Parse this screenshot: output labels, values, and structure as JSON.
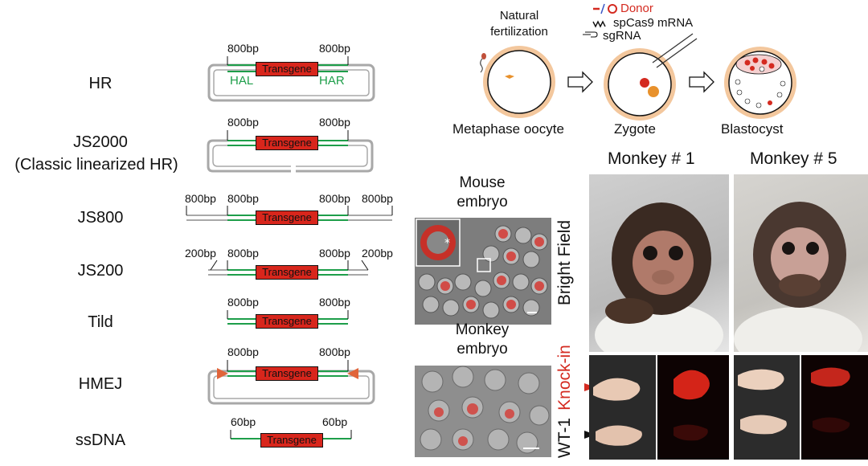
{
  "constructs": [
    {
      "name": "HR",
      "type": "plasmid",
      "labels": [
        "800bp",
        "800bp"
      ],
      "arms": [
        "HAL",
        "HAR"
      ]
    },
    {
      "name": "JS2000",
      "subtitle": "(Classic linearized HR)",
      "type": "linearized",
      "labels": [
        "800bp",
        "800bp"
      ]
    },
    {
      "name": "JS800",
      "type": "linear-long",
      "labels": [
        "800bp",
        "800bp",
        "800bp",
        "800bp"
      ]
    },
    {
      "name": "JS200",
      "type": "linear-short",
      "labels": [
        "200bp",
        "800bp",
        "800bp",
        "200bp"
      ]
    },
    {
      "name": "Tild",
      "type": "tild",
      "labels": [
        "800bp",
        "800bp"
      ]
    },
    {
      "name": "HMEJ",
      "type": "plasmid-cut",
      "labels": [
        "800bp",
        "800bp"
      ]
    },
    {
      "name": "ssDNA",
      "type": "single-strand",
      "labels": [
        "60bp",
        "60bp"
      ]
    }
  ],
  "transgene_label": "Transgene",
  "colors": {
    "transgene": "#d8261c",
    "homology_arm": "#1e9e4a",
    "backbone": "#a8a8a8",
    "zona": "#f3c79d",
    "red": "#d42a20"
  },
  "workflow": {
    "natural_fertilization": "Natural\nfertilization",
    "donor": "Donor",
    "spcas9": "spCas9 mRNA",
    "sgrna": "sgRNA",
    "stages": [
      "Metaphase oocyte",
      "Zygote",
      "Blastocyst"
    ]
  },
  "embryos": {
    "mouse": "Mouse\nembryo",
    "monkey": "Monkey\nembryo"
  },
  "monkeys": {
    "col1": "Monkey # 1",
    "col2": "Monkey # 5",
    "row_bright": "Bright Field",
    "row_knockin": "Knock-in",
    "row_wt": "WT-1"
  }
}
